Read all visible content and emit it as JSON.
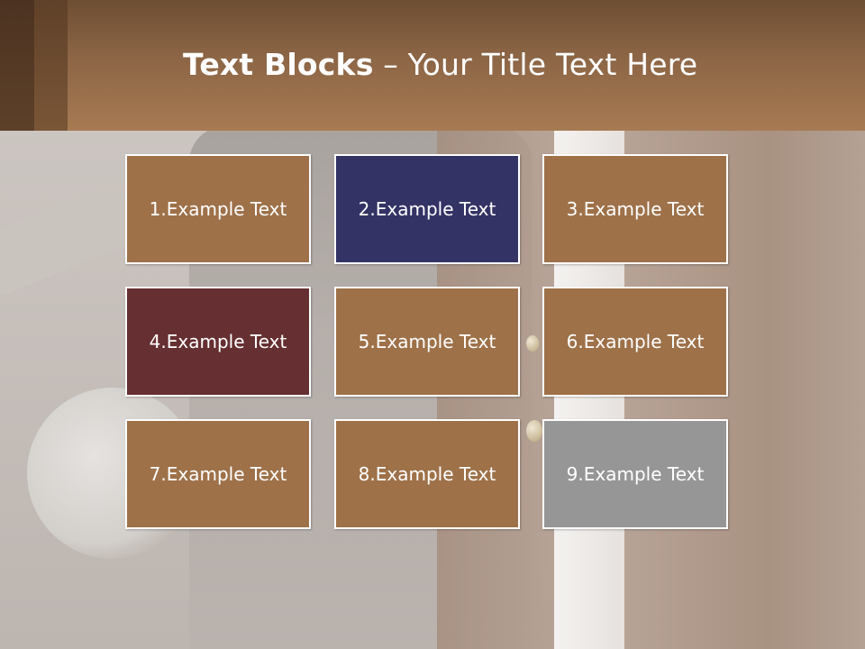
{
  "slide": {
    "title_bold": "Text Blocks",
    "title_separator": " – ",
    "title_rest": "Your Title Text Here"
  },
  "colors": {
    "brown": "#9e7149",
    "navy": "#333366",
    "maroon": "#662f32",
    "gray": "#969696",
    "border": "#ffffff",
    "header": "#8d6646"
  },
  "blocks": [
    {
      "label": "1.Example Text",
      "color": "#9e7149"
    },
    {
      "label": "2.Example Text",
      "color": "#333366"
    },
    {
      "label": "3.Example Text",
      "color": "#9e7149"
    },
    {
      "label": "4.Example Text",
      "color": "#662f32"
    },
    {
      "label": "5.Example Text",
      "color": "#9e7149"
    },
    {
      "label": "6.Example Text",
      "color": "#9e7149"
    },
    {
      "label": "7.Example Text",
      "color": "#9e7149"
    },
    {
      "label": "8.Example Text",
      "color": "#9e7149"
    },
    {
      "label": "9.Example Text",
      "color": "#969696"
    }
  ]
}
